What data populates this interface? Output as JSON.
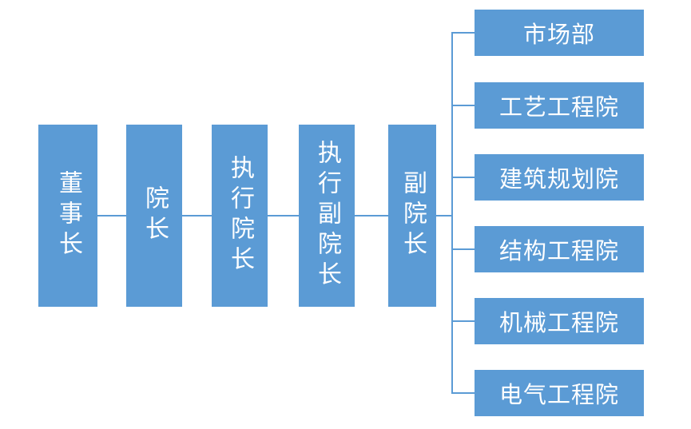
{
  "diagram": {
    "type": "org-chart",
    "accent_color": "#5B9BD5",
    "text_color": "#FFFFFF",
    "background_color": "#FFFFFF",
    "chain": [
      {
        "label": "董事长"
      },
      {
        "label": "院长"
      },
      {
        "label": "执行院长"
      },
      {
        "label": "执行副院长"
      },
      {
        "label": "副院长"
      }
    ],
    "branches": [
      {
        "label": "市场部"
      },
      {
        "label": "工艺工程院"
      },
      {
        "label": "建筑规划院"
      },
      {
        "label": "结构工程院"
      },
      {
        "label": "机械工程院"
      },
      {
        "label": "电气工程院"
      }
    ]
  }
}
